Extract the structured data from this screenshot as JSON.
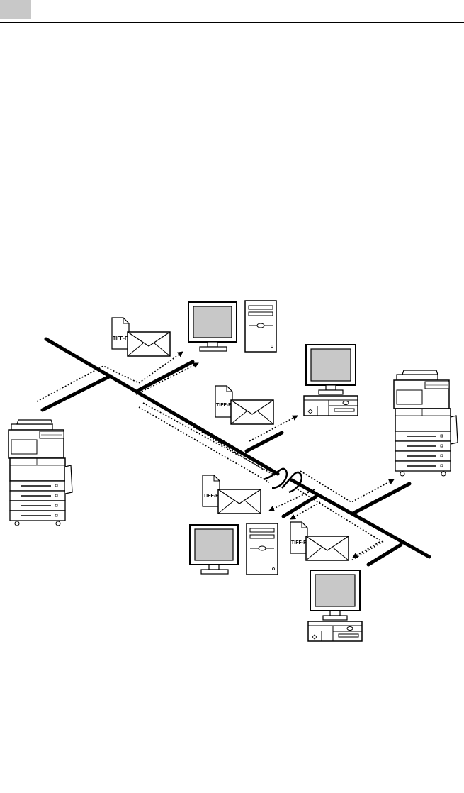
{
  "labels": {
    "doc1": "TIFF-F",
    "doc2": "TIFF-F",
    "doc3": "TIFF-F",
    "doc4": "TIFF-F"
  },
  "colors": {
    "tab": "#c8c8c8",
    "screen": "#c8c8c8",
    "line": "#000000"
  },
  "icons": [
    "multifunction-printer-icon",
    "desktop-computer-icon",
    "tiff-document-icon",
    "email-envelope-icon",
    "network-break-icon"
  ]
}
